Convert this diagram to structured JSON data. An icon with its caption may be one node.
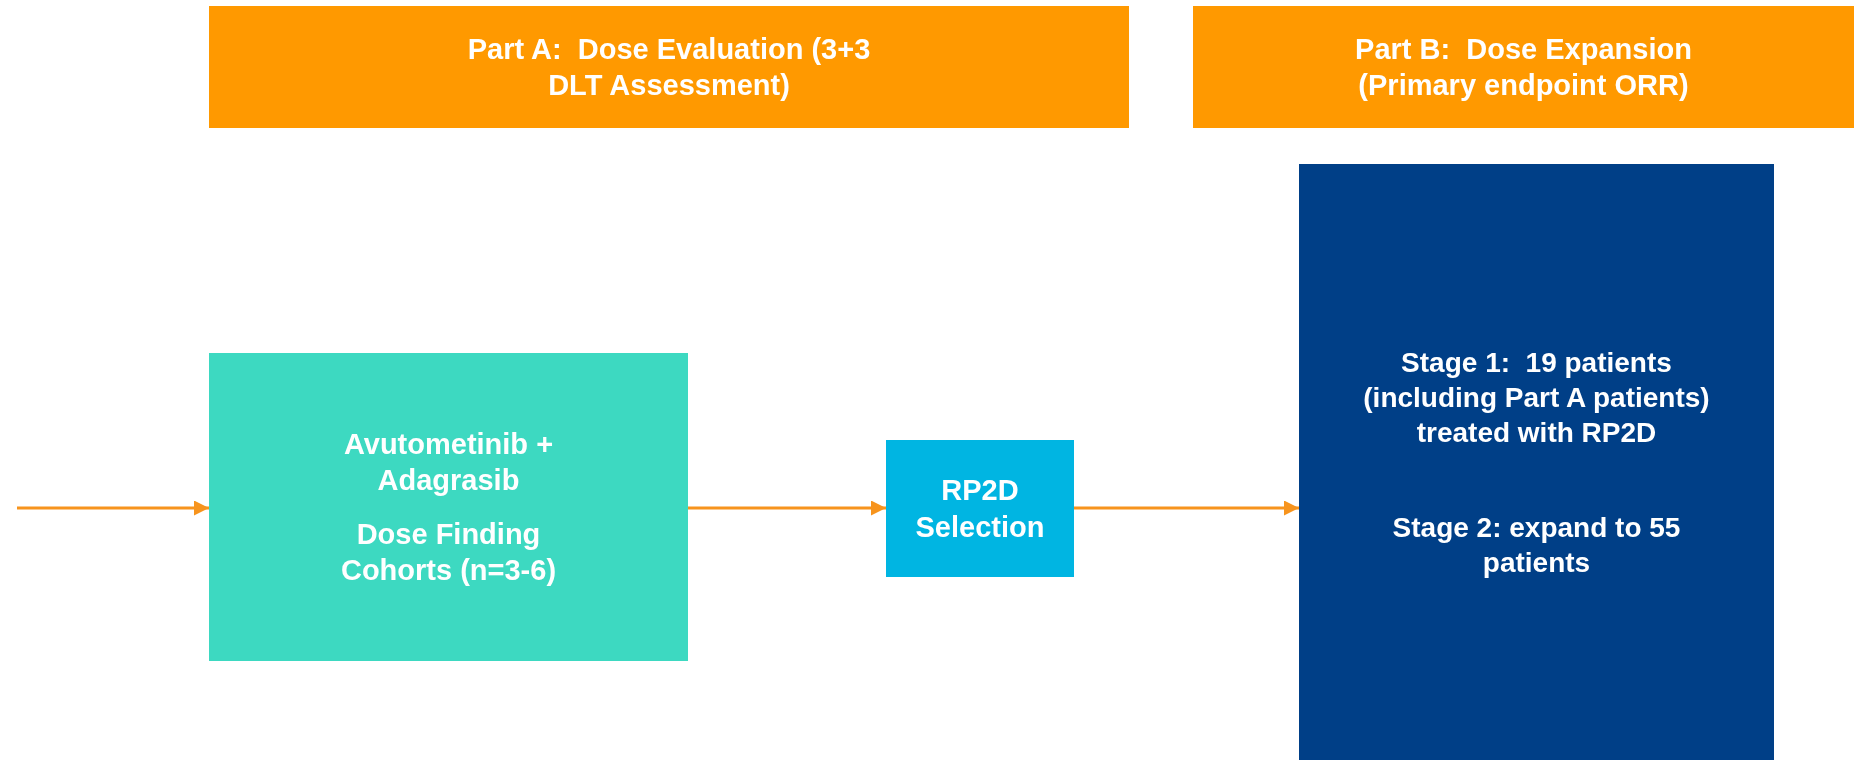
{
  "diagram": {
    "nodes": [
      {
        "text": [
          "Part A:  Dose Evaluation (3+3 DLT Assessment)"
        ]
      },
      {
        "text": [
          "Part B:  Dose Expansion (Primary endpoint ORR)"
        ]
      },
      {
        "text": [
          "Avutometinib + Adagrasib",
          "Dose Finding Cohorts (n=3-6)"
        ]
      },
      {
        "text": [
          "RP2D Selection"
        ]
      },
      {
        "text": [
          "Stage 1:  19 patients (including Part A patients) treated with RP2D",
          "Stage 2: expand to 55 patients"
        ]
      }
    ],
    "edges": [
      {
        "from": null,
        "to": 2,
        "arrow": "to"
      },
      {
        "from": 2,
        "to": 3,
        "arrow": "to"
      },
      {
        "from": 3,
        "to": 4,
        "arrow": "to"
      }
    ]
  }
}
